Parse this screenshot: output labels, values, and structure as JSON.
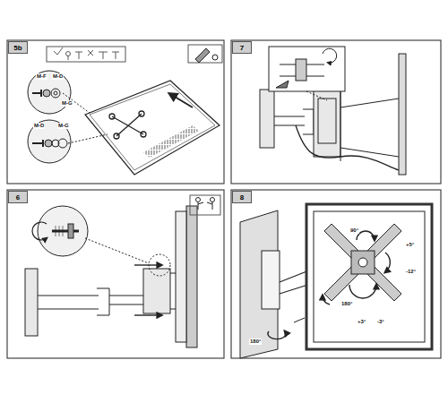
{
  "diagram": {
    "nodes": [
      {
        "text": [
          "5b"
        ]
      },
      {
        "text": [
          "7"
        ]
      },
      {
        "text": [
          "6"
        ]
      },
      {
        "text": [
          "8"
        ]
      }
    ],
    "labels": [
      "M-F",
      "M-D",
      "M-G",
      "M-D",
      "M-G",
      "90°",
      "+5°",
      "-12°",
      "180°",
      "+3°",
      "-3°",
      "180°"
    ]
  }
}
